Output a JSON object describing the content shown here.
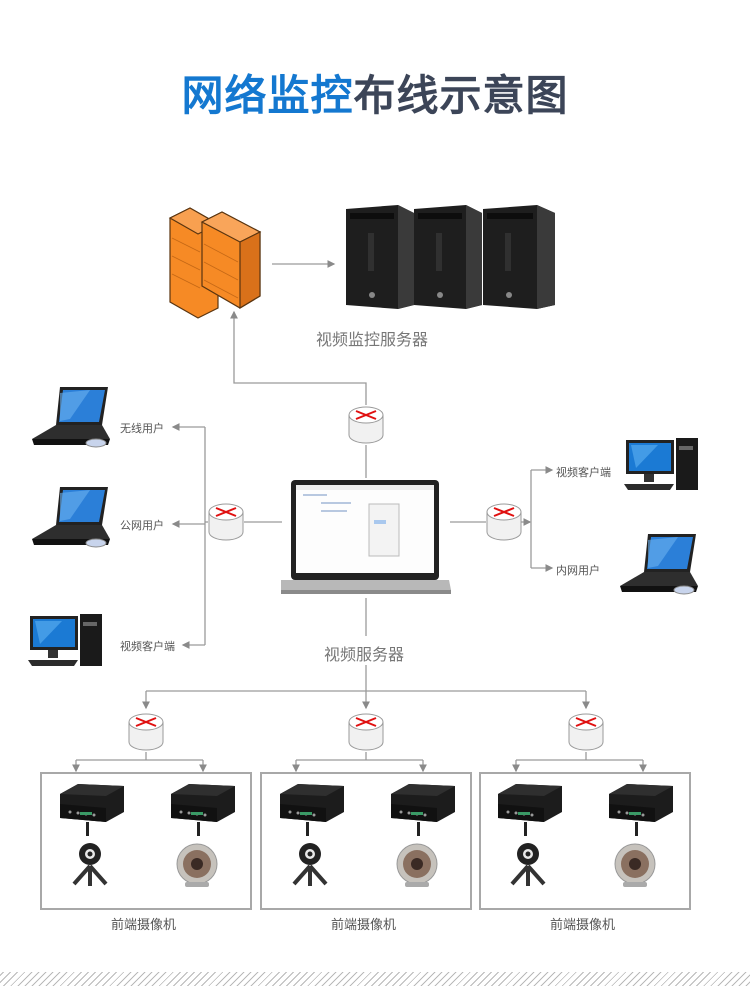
{
  "title": {
    "part1": "网络监控",
    "part2": "布线示意图"
  },
  "colors": {
    "title_blue": "#1478d0",
    "title_dark": "#3c4558",
    "firewall": "#f68a25",
    "router_arrow": "#e01010",
    "line": "#9a9a9a"
  },
  "top": {
    "server_group_label": "视频监控服务器",
    "icons": [
      "firewall-icon",
      "server-tower-icon",
      "server-tower-icon",
      "server-tower-icon"
    ]
  },
  "left_clients": [
    {
      "label": "无线用户",
      "icon": "laptop-icon"
    },
    {
      "label": "公网用户",
      "icon": "laptop-icon"
    },
    {
      "label": "视频客户端",
      "icon": "desktop-pc-icon"
    }
  ],
  "right_clients": [
    {
      "label": "视频客户端",
      "icon": "desktop-pc-icon"
    },
    {
      "label": "内网用户",
      "icon": "laptop-icon"
    }
  ],
  "center": {
    "label": "视频服务器",
    "icon": "laptop-icon"
  },
  "front_groups": [
    {
      "label": "前端摄像机",
      "devices": [
        "encoder-box-icon",
        "webcam-icon",
        "encoder-box-icon",
        "ir-camera-icon"
      ]
    },
    {
      "label": "前端摄像机",
      "devices": [
        "encoder-box-icon",
        "webcam-icon",
        "encoder-box-icon",
        "ir-camera-icon"
      ]
    },
    {
      "label": "前端摄像机",
      "devices": [
        "encoder-box-icon",
        "webcam-icon",
        "encoder-box-icon",
        "ir-camera-icon"
      ]
    }
  ]
}
